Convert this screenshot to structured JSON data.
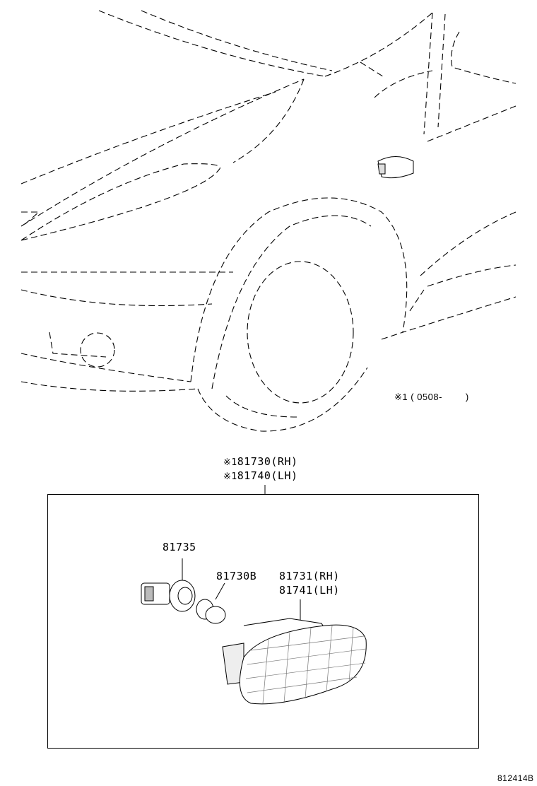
{
  "note": {
    "mark": "※1",
    "range": "( 0508-        )"
  },
  "assembly": {
    "rh": {
      "mark": "※1",
      "part": "81730",
      "side": "(RH)"
    },
    "lh": {
      "mark": "※1",
      "part": "81740",
      "side": "(LH)"
    }
  },
  "parts": {
    "socket": "81735",
    "bulb": "81730B",
    "lens_rh": {
      "part": "81731",
      "side": "(RH)"
    },
    "lens_lh": {
      "part": "81741",
      "side": "(LH)"
    }
  },
  "figure_ref": "812414B"
}
